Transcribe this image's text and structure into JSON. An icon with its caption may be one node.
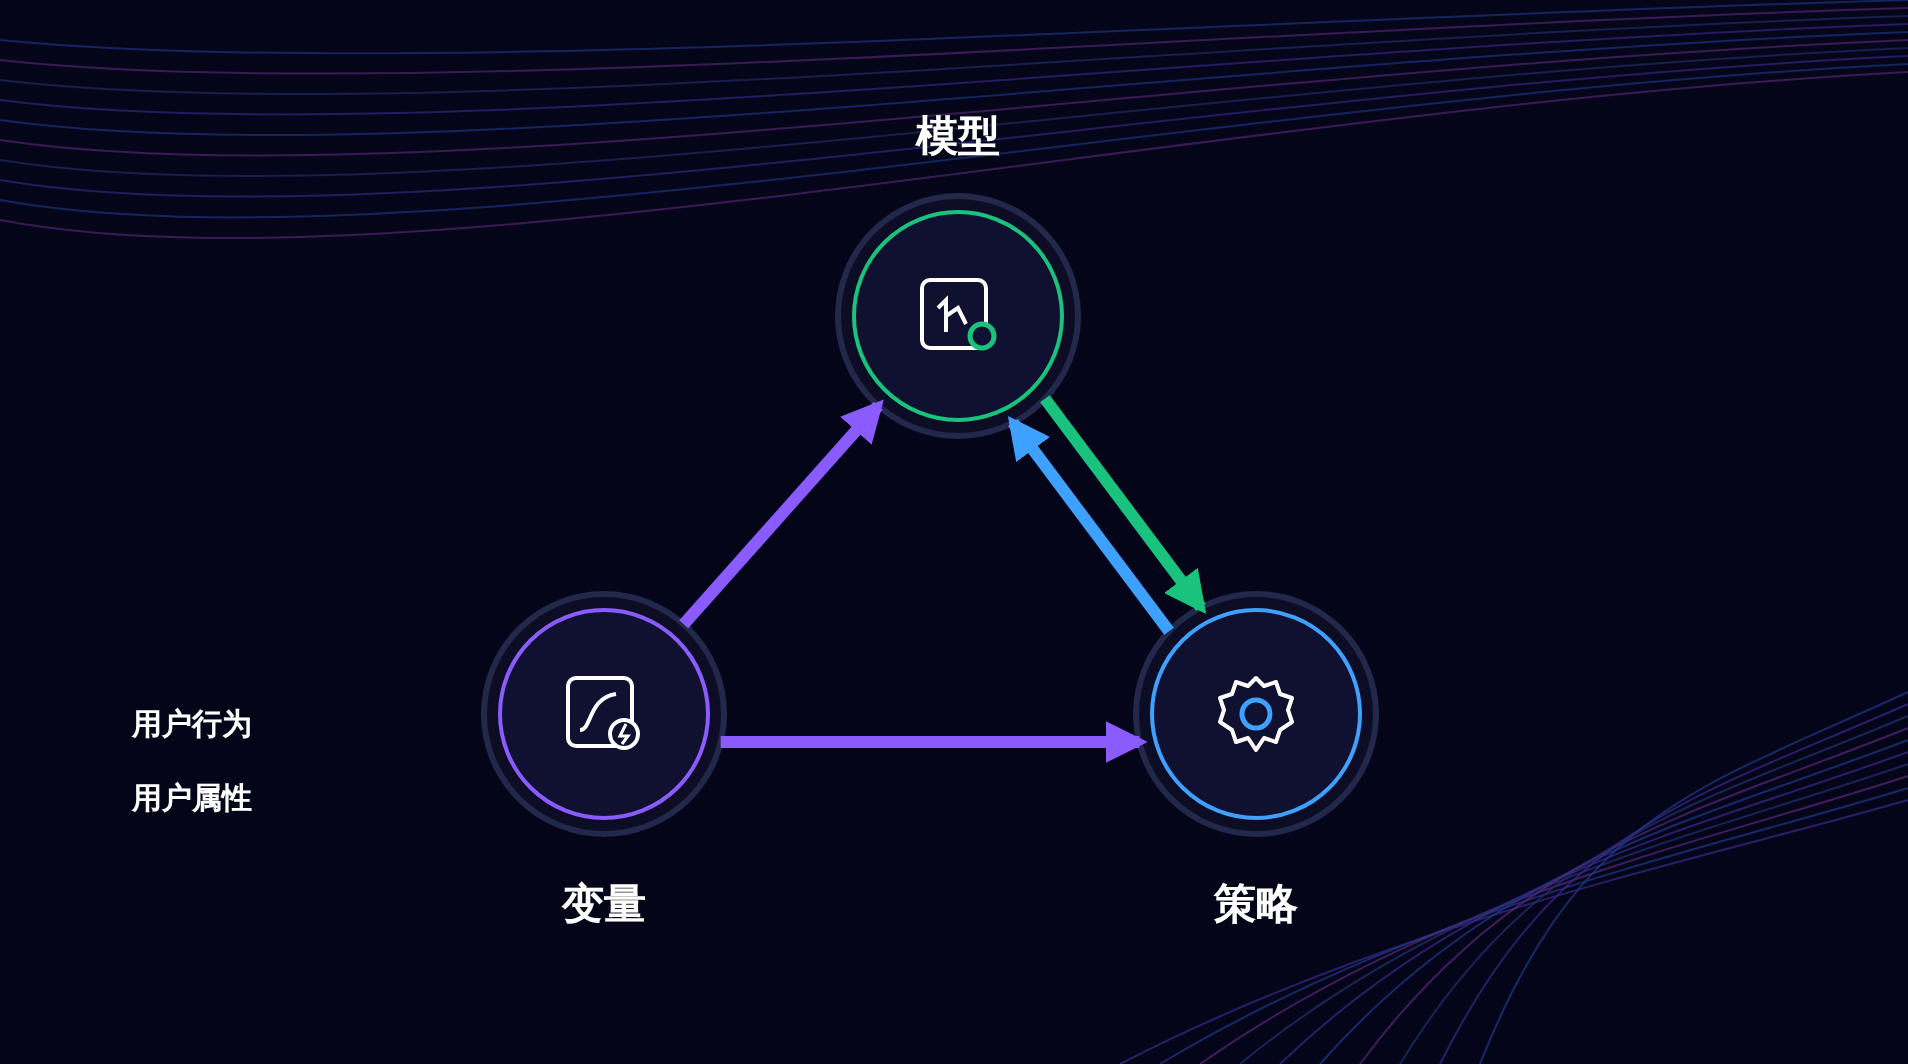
{
  "diagram": {
    "nodes": [
      {
        "text": [
          "模型"
        ]
      },
      {
        "text": [
          "变量"
        ]
      },
      {
        "text": [
          "策略"
        ]
      }
    ],
    "edges": [
      {
        "from": 1,
        "to": 0,
        "arrow": "to"
      },
      {
        "from": 0,
        "to": 2,
        "arrow": "to",
        "color": "#19c37d"
      },
      {
        "from": 2,
        "to": 0,
        "arrow": "to",
        "color": "#3ea0ff"
      },
      {
        "from": 1,
        "to": 2,
        "arrow": "to"
      }
    ],
    "labels": [
      "用户行为",
      "用户属性"
    ]
  }
}
